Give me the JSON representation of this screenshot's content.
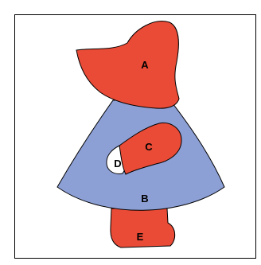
{
  "colors": {
    "background": "#ffffff",
    "frame": "#000000",
    "red": "#ea4b36",
    "blue": "#8da0d6",
    "white": "#ffffff",
    "outline": "#000000"
  },
  "labels": {
    "a": "A",
    "b": "B",
    "c": "C",
    "d": "D",
    "e": "E"
  }
}
